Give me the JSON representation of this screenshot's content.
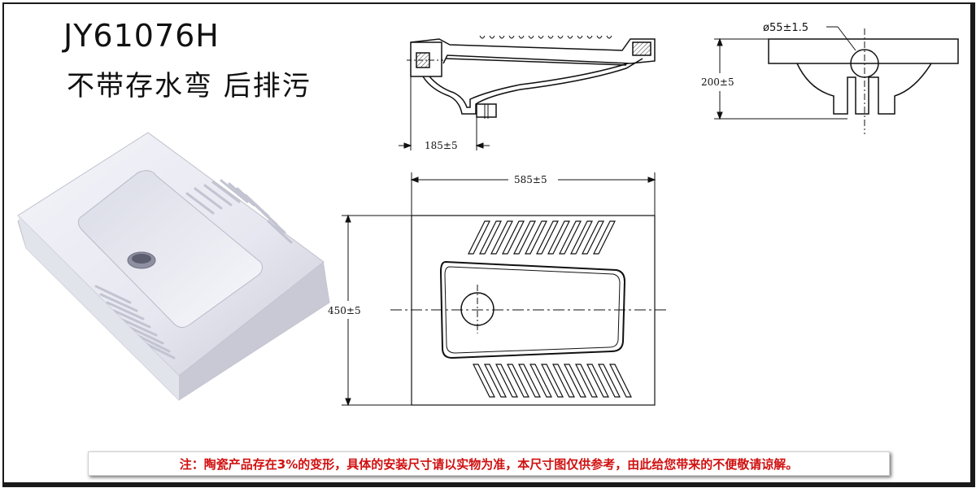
{
  "title": {
    "model": "JY61076H",
    "description": "不带存水弯 后排污"
  },
  "dimensions": {
    "outlet_diameter": "ø55±1.5",
    "height": "200±5",
    "offset": "185±5",
    "length": "585±5",
    "width": "450±5"
  },
  "notice": "注：陶瓷产品存在3%的变形，具体的安装尺寸请以实物为准，本尺寸图仅供参考，由此给您带来的不便敬请谅解。"
}
